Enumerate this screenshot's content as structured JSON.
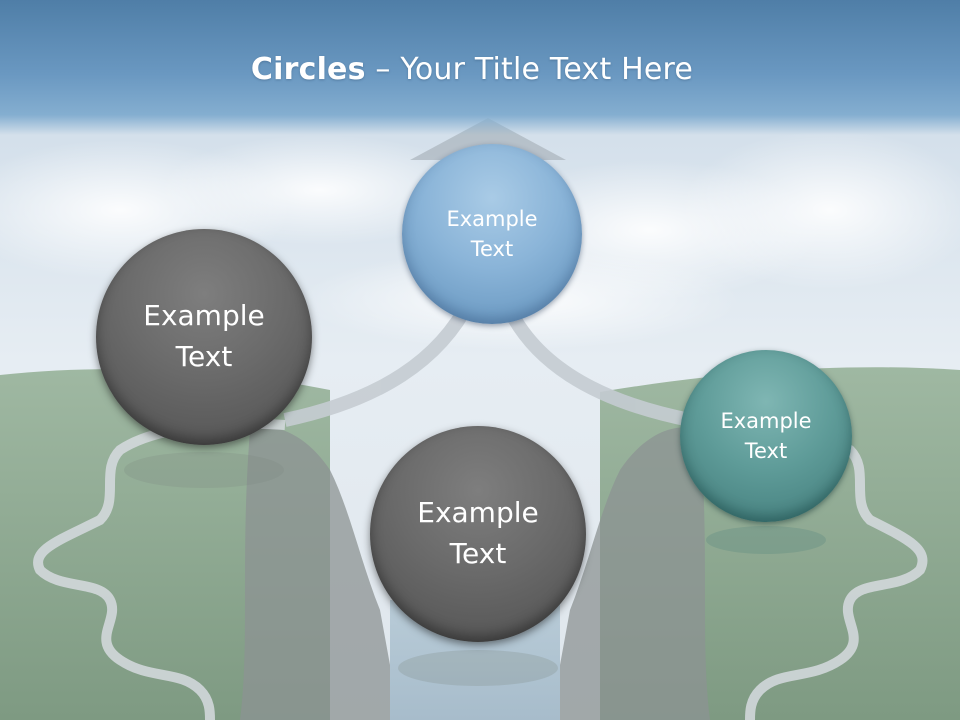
{
  "title": {
    "bold": "Circles",
    "rest": " – Your Title Text Here"
  },
  "circles": {
    "top": "Example\nText",
    "left": "Example\nText",
    "right": "Example\nText",
    "bottom": "Example\nText"
  },
  "colors": {
    "title_band": "#5f8eb8",
    "circle_top": "#8ab4d8",
    "circle_gray": "#666666",
    "circle_teal": "#5f9c99",
    "sky": "#dfe8f0",
    "grass": "#8aa58c"
  },
  "icons": [
    "road-arrow-icon",
    "head-profile-left-icon",
    "head-profile-right-icon",
    "cliff-rock-icon"
  ]
}
